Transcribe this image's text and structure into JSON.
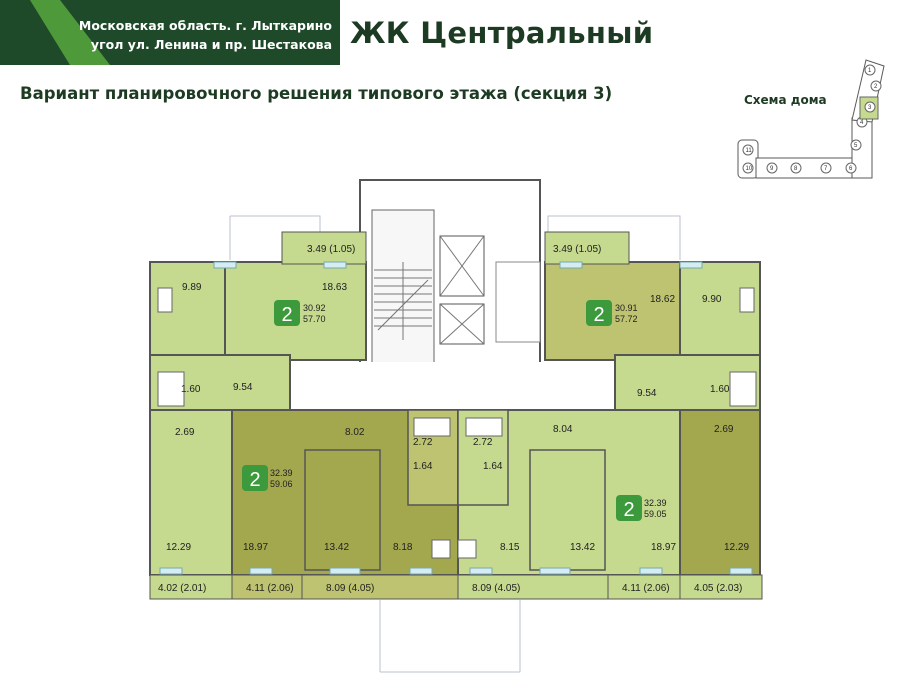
{
  "header": {
    "location_line1": "Московская область. г. Лыткарино",
    "location_line2": "угол ул. Ленина и пр. Шестакова",
    "title": "ЖК Центральный",
    "subtitle": "Вариант планировочного решения типового этажа (секция 3)"
  },
  "scheme": {
    "label": "Схема дома",
    "sections": [
      "1",
      "2",
      "3",
      "4",
      "5",
      "6",
      "7",
      "8",
      "9",
      "10",
      "11"
    ],
    "highlighted_section": "3"
  },
  "colors": {
    "banner_dark": "#1f4a2a",
    "banner_light": "#4e9a3a",
    "apartment_light": "#c5d98f",
    "apartment_dark": "#a3a84f",
    "apartment_mid": "#bdc370",
    "badge": "#3c9a3c"
  },
  "apartments": [
    {
      "rooms": "2",
      "area_living": "30.92",
      "area_total": "57.70"
    },
    {
      "rooms": "2",
      "area_living": "30.91",
      "area_total": "57.72"
    },
    {
      "rooms": "2",
      "area_living": "32.39",
      "area_total": "59.06"
    },
    {
      "rooms": "2",
      "area_living": "32.39",
      "area_total": "59.05"
    }
  ],
  "room_areas": {
    "r_top_left_kitchen": "9.89",
    "r_top_left_room": "18.63",
    "r_top_left_balcony": "3.49 (1.05)",
    "r_top_right_balcony": "3.49 (1.05)",
    "r_top_right_room": "18.62",
    "r_top_right_kitchen": "9.90",
    "r_left_wc": "1.60",
    "r_left_hall": "9.54",
    "r_right_hall": "9.54",
    "r_right_wc": "1.60",
    "r_left_bath": "2.69",
    "r_right_bath": "2.69",
    "r_mid_left_hall": "8.02",
    "r_mid_left_bath": "2.72",
    "r_mid_right_bath": "2.72",
    "r_mid_right_hall": "8.04",
    "r_mid_left_wc": "1.64",
    "r_mid_right_wc": "1.64",
    "r_bl_room": "12.29",
    "r_bl_room2": "18.97",
    "r_bl_room3": "13.42",
    "r_bl_kitchen": "8.18",
    "r_br_kitchen": "8.15",
    "r_br_room3": "13.42",
    "r_br_room2": "18.97",
    "r_br_room": "12.29",
    "b_1": "4.02 (2.01)",
    "b_2": "4.11 (2.06)",
    "b_3": "8.09 (4.05)",
    "b_4": "8.09 (4.05)",
    "b_5": "4.11 (2.06)",
    "b_6": "4.05 (2.03)"
  }
}
